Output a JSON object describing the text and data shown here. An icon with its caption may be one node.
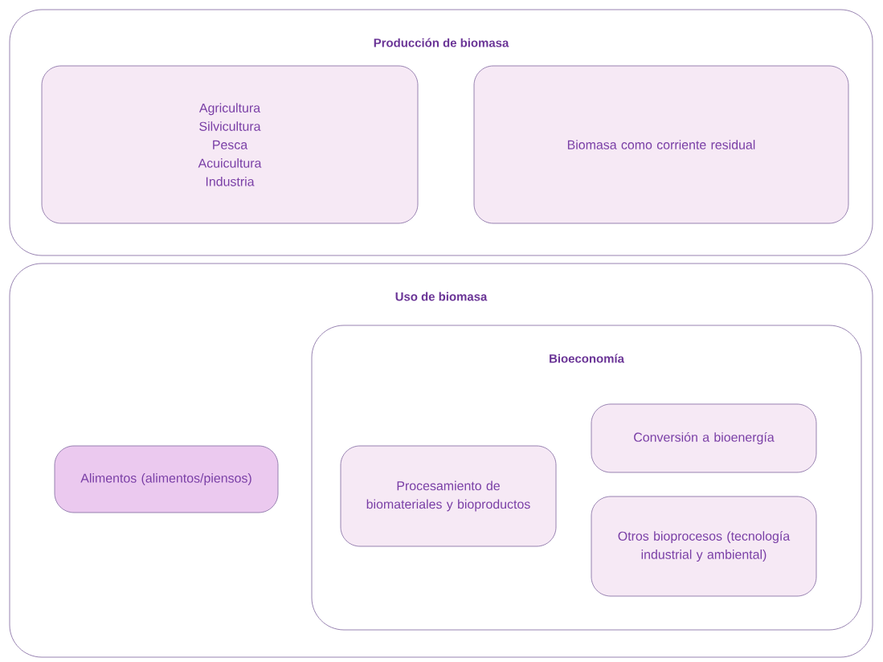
{
  "diagram": {
    "nodes": [
      {
        "text": [
          "Producción de biomasa"
        ]
      },
      {
        "text": [
          "Agricultura",
          "Silvicultura",
          "Pesca",
          "Acuicultura",
          "Industria"
        ],
        "in": 0
      },
      {
        "text": [
          "Biomasa como corriente residual"
        ],
        "in": 0
      },
      {
        "text": [
          "Uso de biomasa"
        ]
      },
      {
        "text": [
          "Alimentos (alimentos/piensos)"
        ],
        "in": 3
      },
      {
        "text": [
          "Bioeconomía"
        ],
        "in": 3
      },
      {
        "text": [
          "Procesamiento de biomateriales y bioproductos"
        ],
        "in": 5
      },
      {
        "text": [
          "Conversión a bioenergía"
        ],
        "in": 5
      },
      {
        "text": [
          "Otros bioprocesos (tecnología industrial y ambiental)"
        ],
        "in": 5
      }
    ]
  }
}
